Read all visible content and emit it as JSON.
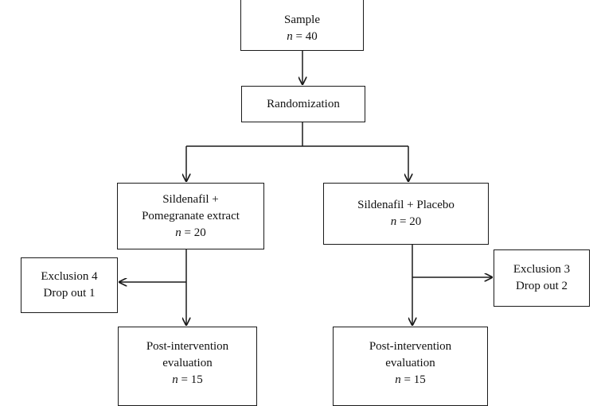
{
  "flow": {
    "sample": {
      "label": "Sample",
      "n_label": "n",
      "n_value": "= 40"
    },
    "randomization": {
      "label": "Randomization"
    },
    "arm_a": {
      "line1": "Sildenafil +",
      "line2": "Pomegranate extract",
      "n_label": "n",
      "n_value": "= 20"
    },
    "arm_b": {
      "line1": "Sildenafil + Placebo",
      "n_label": "n",
      "n_value": "= 20"
    },
    "exclusion_a": {
      "line1": "Exclusion 4",
      "line2": "Drop out 1"
    },
    "exclusion_b": {
      "line1": "Exclusion 3",
      "line2": "Drop out 2"
    },
    "post_a": {
      "line1": "Post-intervention",
      "line2": "evaluation",
      "n_label": "n",
      "n_value": "= 15"
    },
    "post_b": {
      "line1": "Post-intervention",
      "line2": "evaluation",
      "n_label": "n",
      "n_value": "= 15"
    }
  },
  "colors": {
    "stroke": "#1a1a1a",
    "background": "#ffffff"
  }
}
